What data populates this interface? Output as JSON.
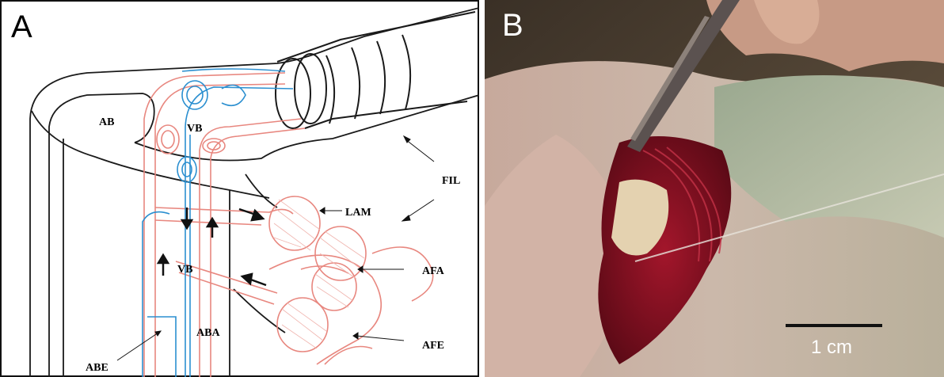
{
  "panel_a": {
    "letter": "A",
    "labels": {
      "ab": "AB",
      "vb_top": "VB",
      "fil": "FIL",
      "lam": "LAM",
      "vb_bottom": "VB",
      "afa": "AFA",
      "aba": "ABA",
      "afe": "AFE",
      "abe": "ABE"
    },
    "colors": {
      "artery": "#e8877f",
      "vein": "#2b8fd0",
      "outline": "#1a1a1a"
    }
  },
  "panel_b": {
    "letter": "B",
    "scale_bar_label": "1 cm"
  }
}
